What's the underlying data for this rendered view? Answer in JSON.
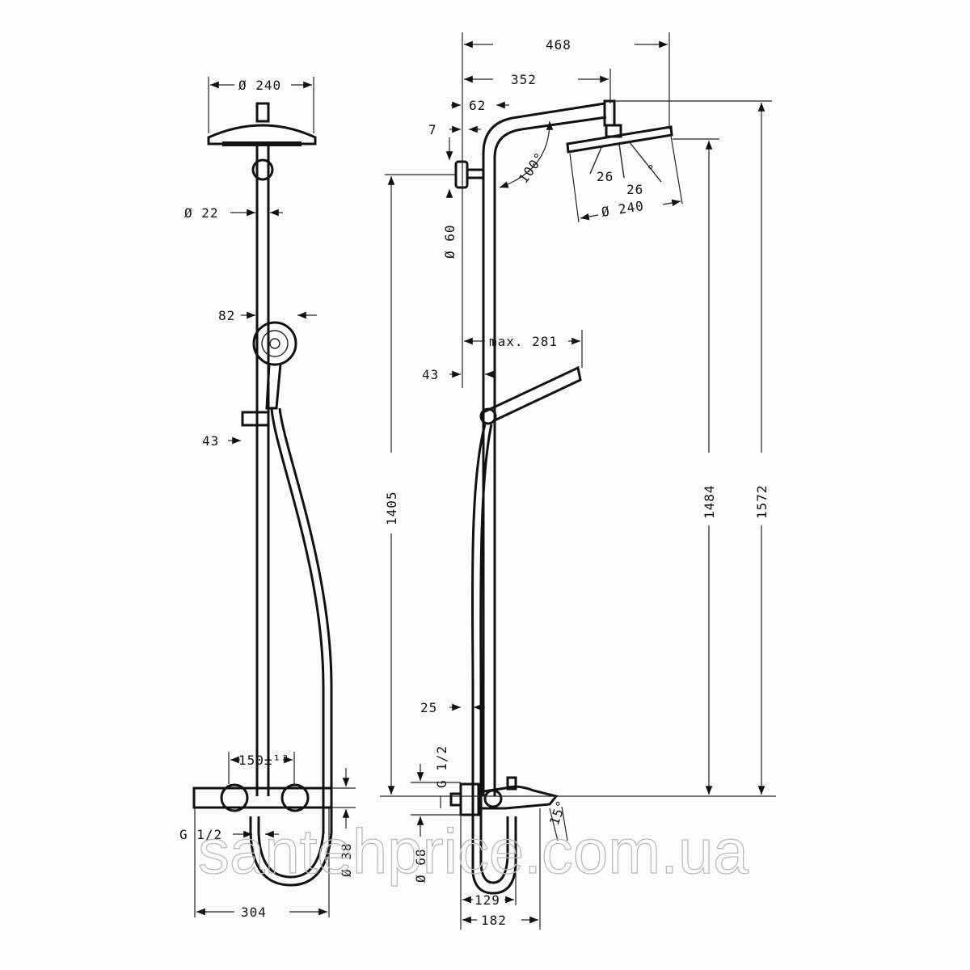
{
  "drawing": {
    "front_view": {
      "head_diameter": "Ø 240",
      "pipe_diameter": "Ø 22",
      "hand_shower_width": "82",
      "holder_offset": "43",
      "handle_spacing": "150±¹²",
      "inlet_thread": "G 1/2",
      "mixer_diameter": "Ø 38",
      "total_width": "304"
    },
    "side_view": {
      "outer_reach": "468",
      "arm_reach": "352",
      "bracket_offset": "62",
      "bracket_gap": "7",
      "bracket_diameter": "Ø 60",
      "head_angle": "100°",
      "spray_angle_a": "26",
      "spray_angle_b": "26",
      "spray_angle_c": "°",
      "head_diameter": "Ø 240",
      "hand_shower_reach": "max. 281",
      "holder_offset": "43",
      "rail_offset": "25",
      "inlet_thread": "G 1/2",
      "mixer_diameter": "Ø 68",
      "spout_angle": "15°",
      "spout_reach_a": "129",
      "spout_reach_b": "182",
      "height_bracket": "1405",
      "height_head": "1484",
      "height_total": "1572"
    },
    "watermark": "santehprice.com.ua"
  }
}
